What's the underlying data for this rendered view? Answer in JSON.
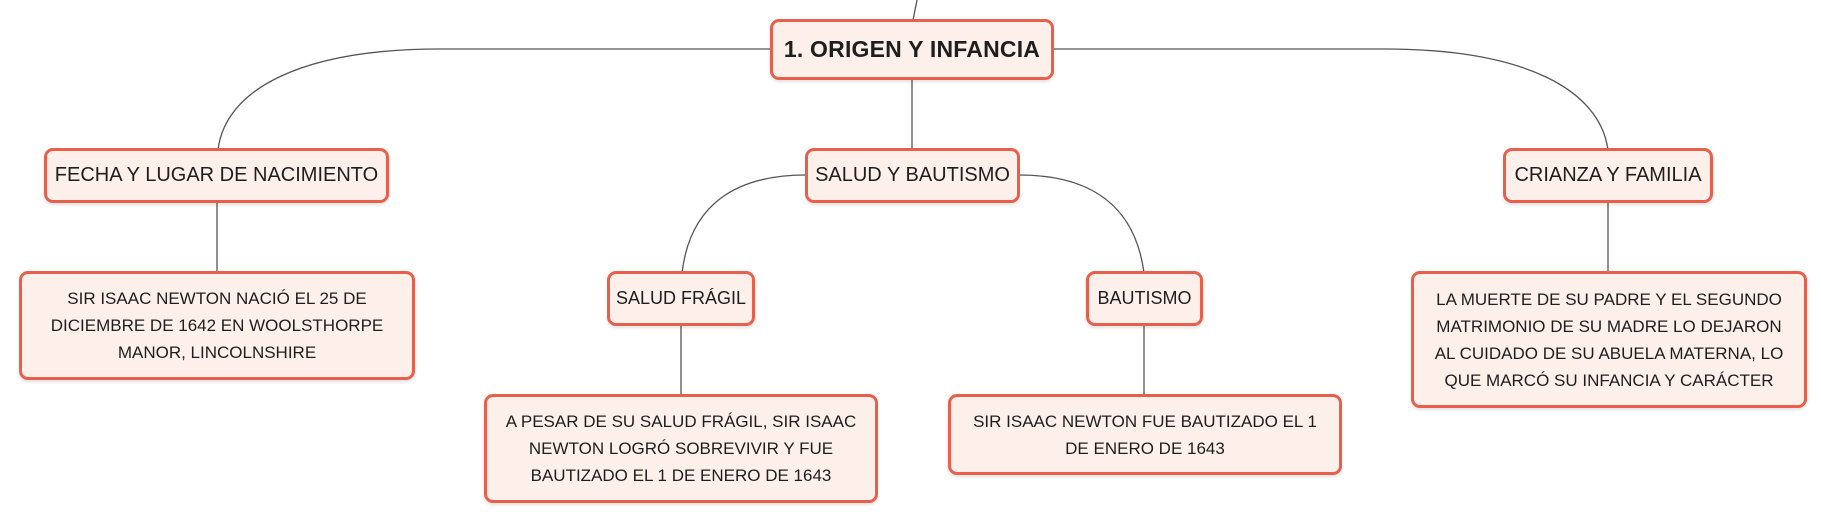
{
  "root": {
    "label": "1. ORIGEN Y INFANCIA"
  },
  "topics": [
    {
      "label": "FECHA Y LUGAR DE NACIMIENTO",
      "detail": "SIR ISAAC NEWTON NACIÓ EL 25 DE DICIEMBRE DE 1642 EN WOOLSTHORPE MANOR, LINCOLNSHIRE"
    },
    {
      "label": "SALUD Y BAUTISMO",
      "subtopics": [
        {
          "label": "SALUD FRÁGIL",
          "detail": "A PESAR DE SU SALUD FRÁGIL, SIR ISAAC NEWTON LOGRÓ SOBREVIVIR Y FUE BAUTIZADO EL 1 DE ENERO DE 1643"
        },
        {
          "label": "BAUTISMO",
          "detail": "SIR ISAAC NEWTON FUE BAUTIZADO EL 1 DE ENERO DE 1643"
        }
      ]
    },
    {
      "label": "CRIANZA Y FAMILIA",
      "detail": "LA MUERTE DE SU PADRE Y EL SEGUNDO MATRIMONIO DE SU MADRE LO DEJARON AL CUIDADO DE SU ABUELA MATERNA, LO QUE MARCÓ SU INFANCIA Y CARÁCTER"
    }
  ],
  "colors": {
    "node_border": "#e8604c",
    "node_fill": "#fdf0ea",
    "connector": "#555555",
    "text": "#1e1e1e"
  }
}
